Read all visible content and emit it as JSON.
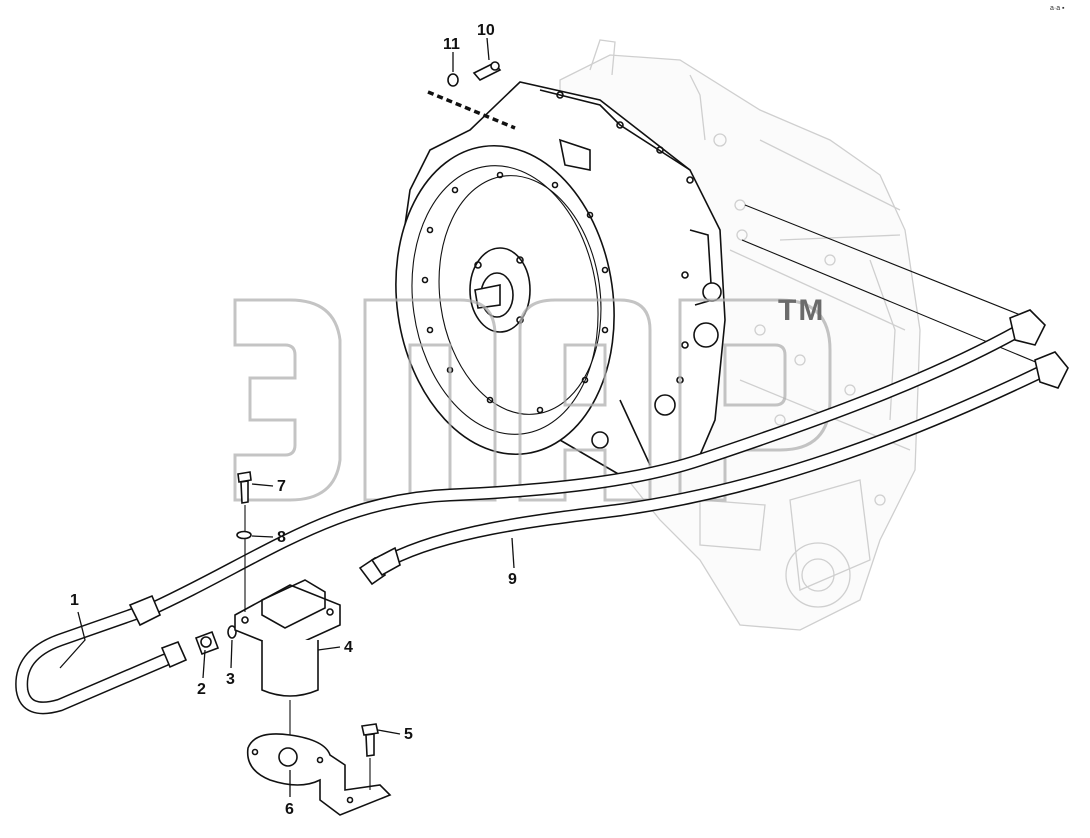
{
  "watermark": {
    "trademark": "TM"
  },
  "corner_text": "a·a ▪",
  "callouts": [
    {
      "id": "1",
      "label": "1"
    },
    {
      "id": "2",
      "label": "2"
    },
    {
      "id": "3",
      "label": "3"
    },
    {
      "id": "4",
      "label": "4"
    },
    {
      "id": "5",
      "label": "5"
    },
    {
      "id": "6",
      "label": "6"
    },
    {
      "id": "7",
      "label": "7"
    },
    {
      "id": "8",
      "label": "8"
    },
    {
      "id": "9",
      "label": "9"
    },
    {
      "id": "10",
      "label": "10"
    },
    {
      "id": "11",
      "label": "11"
    }
  ]
}
